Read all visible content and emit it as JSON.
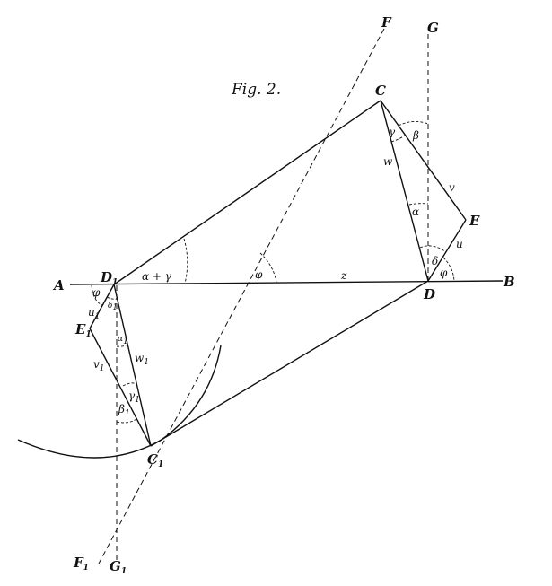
{
  "figure": {
    "title": "Fig. 2."
  },
  "points": {
    "A": "A",
    "B": "B",
    "C": "C",
    "D": "D",
    "E": "E",
    "F": "F",
    "G": "G",
    "D1": "D",
    "C1": "C",
    "E1": "E",
    "F1": "F",
    "G1": "G",
    "sub": "1"
  },
  "segments": {
    "z": "z",
    "w": "w",
    "v": "v",
    "u": "u",
    "w1": "w",
    "v1": "v",
    "u1": "u"
  },
  "angles": {
    "alpha_plus_gamma": "α + γ",
    "phi_mid": "φ",
    "phi_D": "φ",
    "phi_D1": "φ",
    "alpha": "α",
    "beta": "β",
    "gamma": "γ",
    "delta": "δ",
    "alpha1": "α",
    "beta1": "β",
    "gamma1": "γ",
    "delta1": "δ"
  }
}
